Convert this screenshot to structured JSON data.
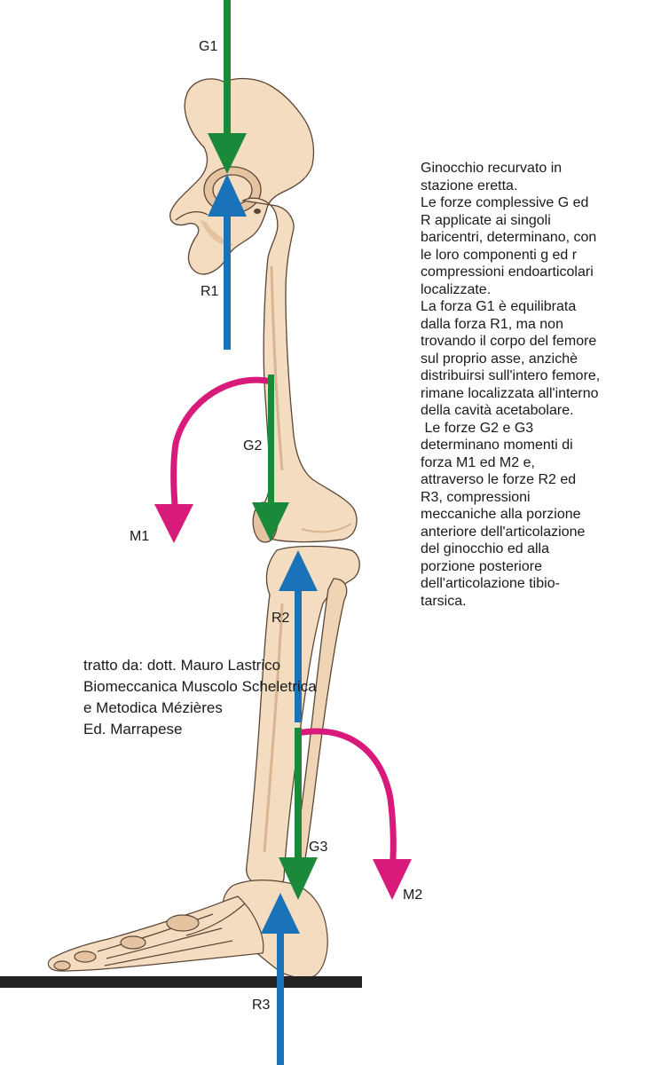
{
  "colors": {
    "gravity_force": "#1a8a3a",
    "reaction_force": "#1a73b8",
    "moment": "#d81b7a",
    "bone_fill": "#f4dcc0",
    "bone_shadow": "#e6c3a0",
    "bone_outline": "#5a4636",
    "ground": "#222222"
  },
  "force_labels": {
    "g1": "G1",
    "r1": "R1",
    "g2": "G2",
    "m1": "M1",
    "r2": "R2",
    "g3": "G3",
    "m2": "M2",
    "r3": "R3"
  },
  "description_lines": [
    "Ginocchio recurvato in",
    "stazione eretta.",
    "Le forze complessive G ed",
    "R applicate ai singoli",
    "baricentri, determinano, con",
    "le loro componenti g ed r",
    "compressioni endoarticolari",
    "localizzate.",
    "La forza G1 è equilibrata",
    "dalla forza  R1, ma non",
    "trovando il corpo del femore",
    "sul proprio asse, anzichè",
    "distribuirsi sull'intero femore,",
    "rimane localizzata all'interno",
    "della cavità acetabolare.",
    " Le forze G2 e G3",
    "determinano momenti di",
    "forza M1 ed M2 e,",
    "attraverso le forze R2 ed",
    "R3, compressioni",
    "meccaniche alla porzione",
    "anteriore dell'articolazione",
    "del ginocchio ed alla",
    "porzione posteriore",
    "dell'articolazione tibio-",
    "tarsica."
  ],
  "credit_lines": [
    "tratto da: dott. Mauro Lastrico",
    "Biomeccanica Muscolo Scheletrica",
    "e Metodica Mézières",
    "Ed. Marrapese"
  ]
}
